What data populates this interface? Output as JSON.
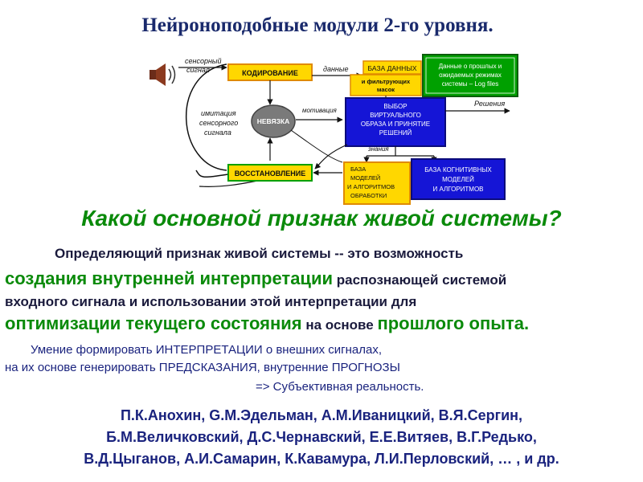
{
  "title": "Нейроноподобные модули 2-го уровня.",
  "diagram": {
    "sensory_signal_line1": "сенсорный",
    "sensory_signal_line2": "сигнал",
    "coding": "КОДИРОВАНИЕ",
    "data_label": "данные",
    "db_title": "БАЗА ДАННЫХ",
    "db_sub1": "и фильтрующих",
    "db_sub2": "масок",
    "log_line1": "Данные о прошлых и",
    "log_line2": "ожидаемых режимах",
    "log_line3": "системы – Log files",
    "imitation1": "имитация",
    "imitation2": "сенсорного",
    "imitation3": "сигнала",
    "mismatch": "НЕВЯЗКА",
    "motivation": "мотивация",
    "choice1": "ВЫБОР",
    "choice2": "ВИРТУАЛЬНОГО",
    "choice3": "ОБРАЗА И ПРИНЯТИЕ",
    "choice4": "РЕШЕНИЙ",
    "decision": "Решения",
    "knowledge": "знания",
    "restoration": "ВОССТАНОВЛЕНИЕ",
    "models1": "БАЗА",
    "models2": "МОДЕЛЕЙ",
    "models3": "И АЛГОРИТМОВ",
    "models4": "ОБРАБОТКИ",
    "cog1": "БАЗА КОГНИТИВНЫХ",
    "cog2": "МОДЕЛЕЙ",
    "cog3": "И АЛГОРИТМОВ"
  },
  "question": "Какой основной признак живой системы?",
  "definition": {
    "line1": "Определяющий  признак живой системы   -- это возможность",
    "line2_big": "создания внутренней интерпретации",
    "line2_rest": " распознающей  системой",
    "line3": "входного  сигнала и использовании  этой интерпретации  для",
    "line4_big1": "оптимизации текущего состояния",
    "line4_mid": " на основе ",
    "line4_big2": "прошлого опыта."
  },
  "notes": {
    "line1": "Умение формировать ИНТЕРПРЕТАЦИИ  о внешних  сигналах,",
    "line2": "на их основе генерировать ПРЕДСКАЗАНИЯ,  внутренние  ПРОГНОЗЫ",
    "line3": "=>   Субъективная  реальность."
  },
  "authors": {
    "line1": "П.К.Анохин,  G.M.Эдельман,  А.М.Иваницкий,  В.Я.Сергин,",
    "line2": "Б.М.Величковский,  Д.С.Чернавский,  Е.Е.Витяев, В.Г.Редько,",
    "line3": "В.Д.Цыганов,  А.И.Самарин,  К.Кавамура,  Л.И.Перловский,  … , и др."
  },
  "colors": {
    "title": "#1a2a6c",
    "green": "#0a8a0a",
    "navy": "#1a237e",
    "box_yellow": "#ffd700",
    "box_orange_border": "#e08a00",
    "box_blue": "#1515d6",
    "box_green": "#00a000"
  },
  "icons": {
    "speaker": "speaker-icon"
  }
}
